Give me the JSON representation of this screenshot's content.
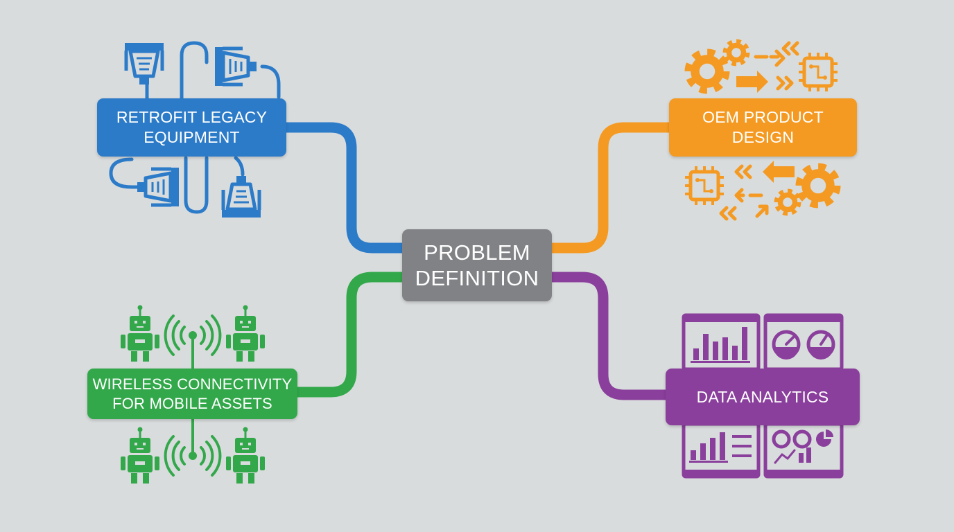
{
  "colors": {
    "background": "#d9dcdd",
    "center": "#808285",
    "retrofit": "#2c7bc9",
    "oem": "#f49a22",
    "wireless": "#32a84a",
    "analytics": "#8a3f9c"
  },
  "center_node": {
    "line1": "PROBLEM",
    "line2": "DEFINITION"
  },
  "branches": [
    {
      "id": "retrofit",
      "line1": "RETROFIT LEGACY",
      "line2": "EQUIPMENT",
      "icon": "serial-connector-cables-icon"
    },
    {
      "id": "oem",
      "line1": "OEM PRODUCT",
      "line2": "DESIGN",
      "icon": "gears-arrows-chips-icon"
    },
    {
      "id": "wireless",
      "line1": "WIRELESS CONNECTIVITY",
      "line2": "FOR MOBILE ASSETS",
      "icon": "robots-wireless-signal-icon"
    },
    {
      "id": "analytics",
      "line1": "DATA ANALYTICS",
      "icon": "dashboard-charts-gauges-icon"
    }
  ]
}
